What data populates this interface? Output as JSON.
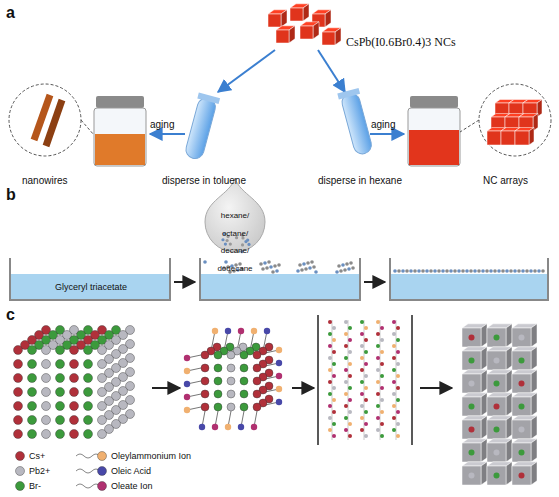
{
  "diagram": {
    "nodes": [
      {
        "text": [
          "Glyceryl triacetate"
        ]
      }
    ],
    "labels": [
      "a",
      "CsPb(I0.6Br0.4)3 NCs",
      "aging",
      "aging",
      "nanowires",
      "disperse in toluene",
      "disperse in hexane",
      "NC arrays",
      "b",
      "hexane/ octane/ decane/ dodecane",
      "c"
    ],
    "legend": [
      {
        "text": "Cs+",
        "color": "#b0303a"
      },
      {
        "text": "Oleylammonium Ion",
        "color": "#f0b070"
      },
      {
        "text": "Pb2+",
        "color": "#b8b8c0"
      },
      {
        "text": "Oleic Acid",
        "color": "#4848a8"
      },
      {
        "text": "Br-",
        "color": "#3c9a3c"
      },
      {
        "text": "Oleate Ion",
        "color": "#b03070"
      }
    ]
  }
}
